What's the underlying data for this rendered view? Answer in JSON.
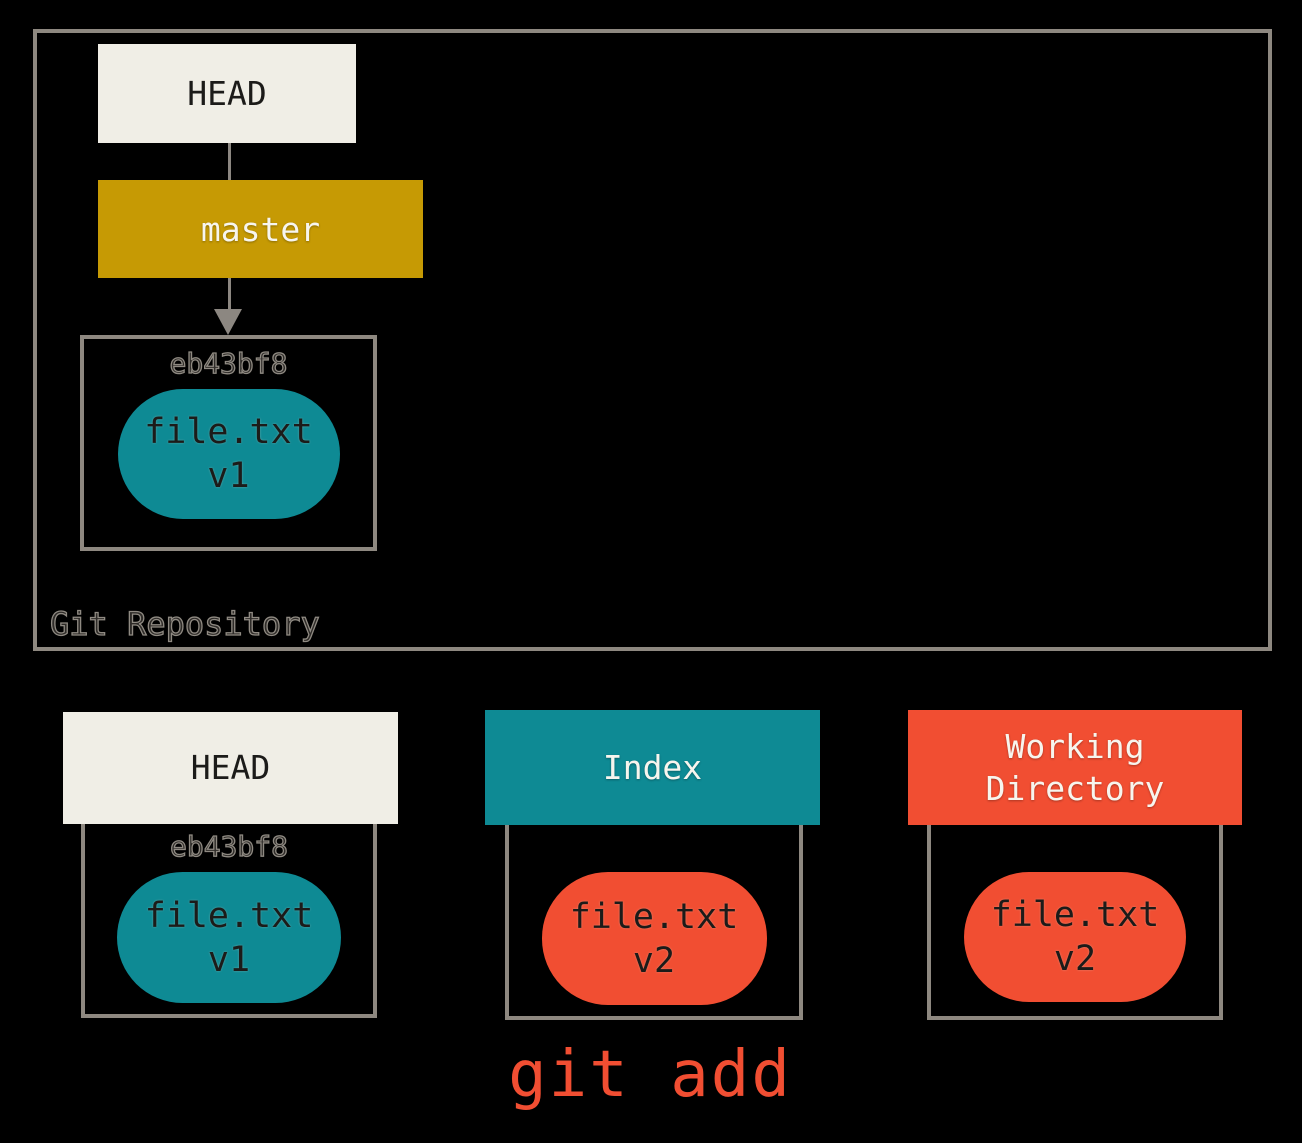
{
  "colors": {
    "background": "#000000",
    "border_gray": "#8E8880",
    "arrow_gray": "#8C8781",
    "cream": "#F0EEE6",
    "gold": "#C69A04",
    "teal": "#0E8A94",
    "orange": "#F14E32",
    "dark_text": "#1C1B19",
    "light_text": "#F7F5EE",
    "outline_text": "#8F8A82"
  },
  "repository": {
    "label": "Git Repository",
    "head_ref": "HEAD",
    "branch_ref": "master",
    "commit": {
      "hash": "eb43bf8",
      "file": "file.txt",
      "version": "v1"
    }
  },
  "areas": {
    "head": {
      "title": "HEAD",
      "hash": "eb43bf8",
      "file": "file.txt",
      "version": "v1"
    },
    "index": {
      "title": "Index",
      "file": "file.txt",
      "version": "v2"
    },
    "working_directory": {
      "title": "Working Directory",
      "file": "file.txt",
      "version": "v2"
    }
  },
  "command": {
    "label": "git add"
  }
}
